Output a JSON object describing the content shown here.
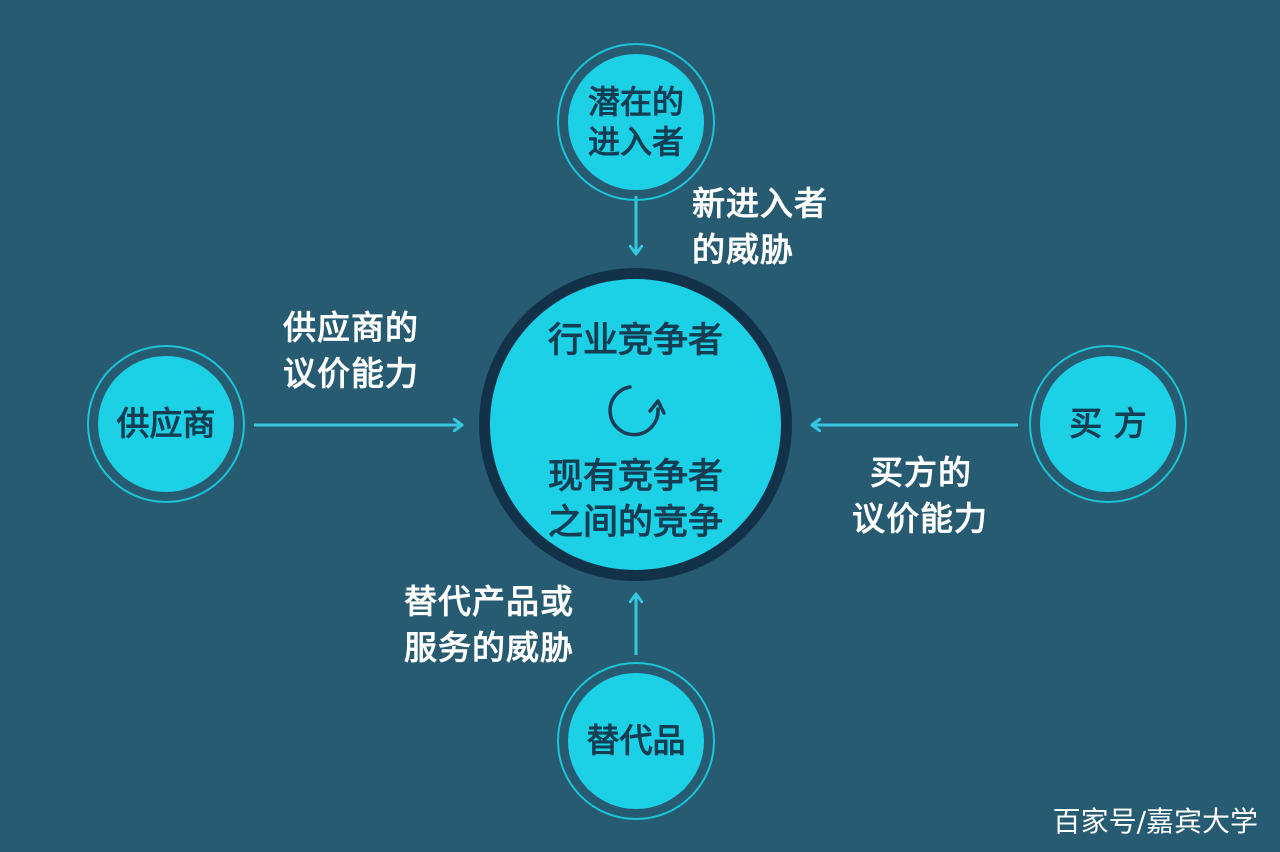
{
  "center": {
    "title": "行业竞争者",
    "line1": "现有竞争者",
    "line2": "之间的竞争"
  },
  "nodes": {
    "top": {
      "line1": "潜在的",
      "line2": "进入者"
    },
    "left": {
      "text": "供应商"
    },
    "right": {
      "text": "买 方"
    },
    "bottom": {
      "text": "替代品"
    }
  },
  "forces": {
    "new_entrants": {
      "line1": "新进入者",
      "line2": "的威胁"
    },
    "suppliers": {
      "line1": "供应商的",
      "line2": "议价能力"
    },
    "buyers": {
      "line1": "买方的",
      "line2": "议价能力"
    },
    "substitutes": {
      "line1": "替代产品或",
      "line2": "服务的威胁"
    }
  },
  "watermark": "百家号/嘉宾大学",
  "colors": {
    "background": "#265b72",
    "node_fill": "#1cd0e6",
    "node_text": "#123d52",
    "center_ring": "#12324a",
    "arrow": "#35c8e0",
    "label_text": "#ffffff"
  }
}
